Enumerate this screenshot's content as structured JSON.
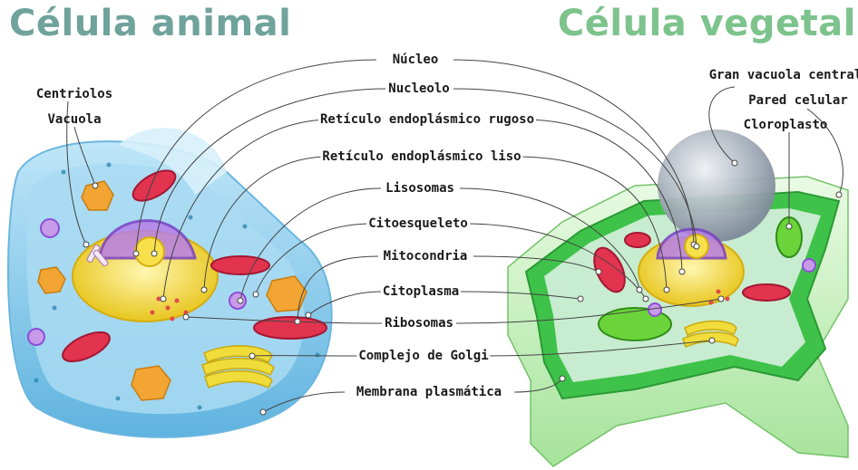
{
  "titles": {
    "animal": "Célula animal",
    "vegetal": "Célula vegetal"
  },
  "colors": {
    "animal_title": "#6fa39b",
    "vegetal_title": "#7cc38c",
    "animal_membrane": "#7fc4e8",
    "animal_cytoplasm": "#a9dbf2",
    "plant_wall": "#3fc24a",
    "plant_wall_side": "#c9efc2",
    "nucleus_envelope": "#f2d43a",
    "nucleus_inner": "#8a4fd6",
    "mitochondria": "#e2334f",
    "chloroplast": "#6ad43a",
    "golgi": "#f0dc3a",
    "vacuole_plant": "#9aa6b4",
    "vacuole_animal": "#f2a532",
    "leader_line": "#444444"
  },
  "labels": {
    "center": [
      "Núcleo",
      "Nucleolo",
      "Retículo endoplásmico rugoso",
      "Retículo endoplásmico liso",
      "Lisosomas",
      "Citoesqueleto",
      "Mitocondria",
      "Citoplasma",
      "Ribosomas",
      "Complejo de Golgi",
      "Membrana plasmática"
    ],
    "animal_left": [
      "Centriolos",
      "Vacuola"
    ],
    "plant_right": [
      "Gran vacuola central",
      "Pared celular",
      "Cloroplasto"
    ]
  }
}
